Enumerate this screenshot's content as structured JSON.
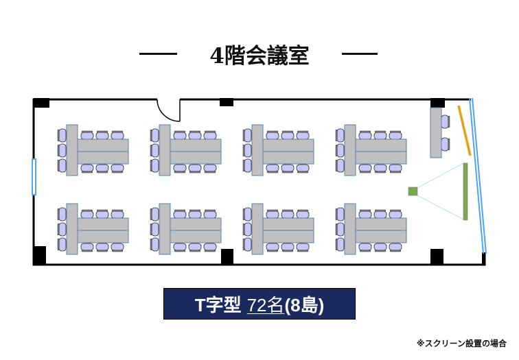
{
  "title": "4階会議室",
  "layout": {
    "style_label": "T字型",
    "capacity_label": "72名",
    "islands_label": "(8島)"
  },
  "note": "※スクリーン設置の場合",
  "colors": {
    "table": "#c0c0c0",
    "table_border": "#5b7fa6",
    "chair": "#c8c8f8",
    "window": "#4ea3f5",
    "screen": "#7aa84f",
    "whiteboard": "#f0b432",
    "label_bg": "#1b2a5e"
  }
}
